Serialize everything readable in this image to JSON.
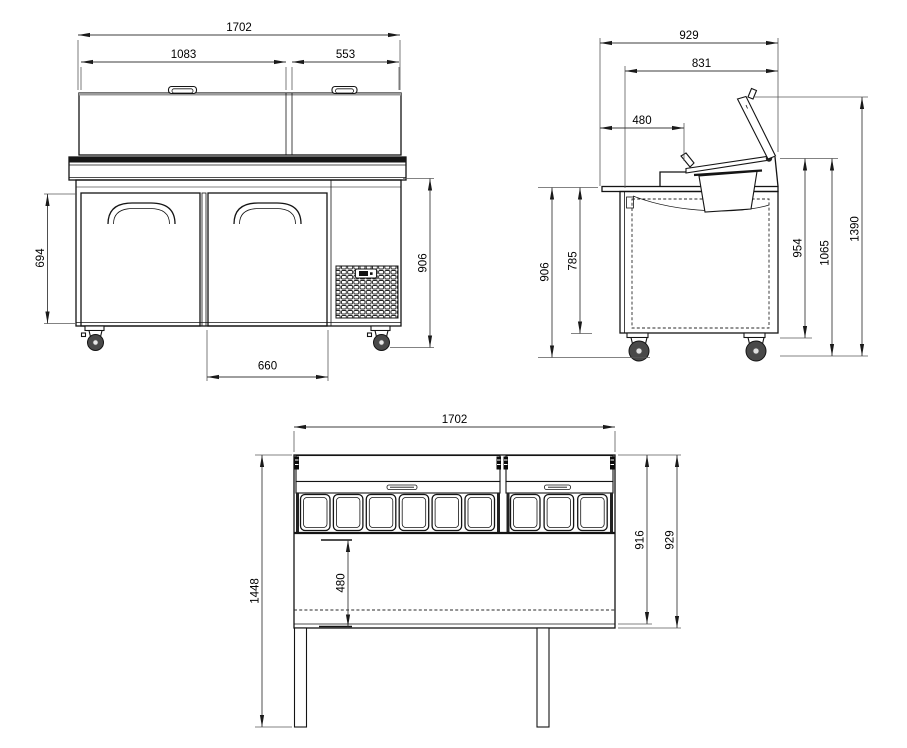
{
  "drawing": {
    "front_view": {
      "dims": {
        "overall_width": "1702",
        "left_lid_width": "1083",
        "right_lid_width": "553",
        "door_height": "694",
        "worktop_height": "906",
        "door_width": "660"
      }
    },
    "side_view": {
      "dims": {
        "overall_depth": "929",
        "body_depth": "831",
        "worktop_front_depth": "480",
        "worktop_height": "906",
        "body_height": "785",
        "rail_top_height": "954",
        "overall_height_closed": "1065",
        "overall_height_lid_open": "1390"
      }
    },
    "plan_view": {
      "dims": {
        "overall_width": "1702",
        "depth_doors_open": "1448",
        "worktop_depth": "480",
        "body_depth": "916",
        "overall_depth": "929"
      }
    }
  }
}
